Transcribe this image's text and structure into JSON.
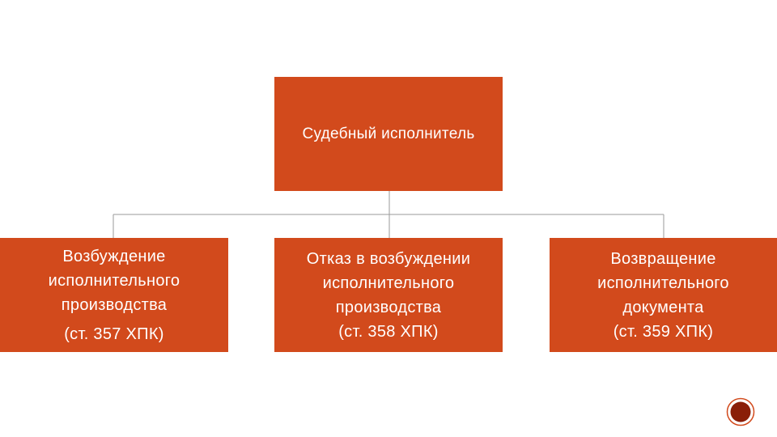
{
  "diagram": {
    "root": {
      "label": "Судебный исполнитель"
    },
    "children": [
      {
        "lines": [
          "Возбуждение",
          "исполнительного",
          "производства"
        ],
        "reference": "(ст. 357 ХПК)"
      },
      {
        "lines": [
          "Отказ в возбуждении",
          "исполнительного",
          "производства"
        ],
        "reference": "(ст. 358 ХПК)"
      },
      {
        "lines": [
          "Возвращение",
          "исполнительного",
          "документа"
        ],
        "reference": "(ст. 359 ХПК)"
      }
    ]
  },
  "colors": {
    "node_fill": "#d24a1c",
    "node_text": "#ffffff",
    "connector": "#9a9a9a",
    "badge_ring": "#d24a1c",
    "badge_fill": "#8a1e08"
  },
  "icons": {
    "page_badge": "slide-number-badge-icon"
  }
}
